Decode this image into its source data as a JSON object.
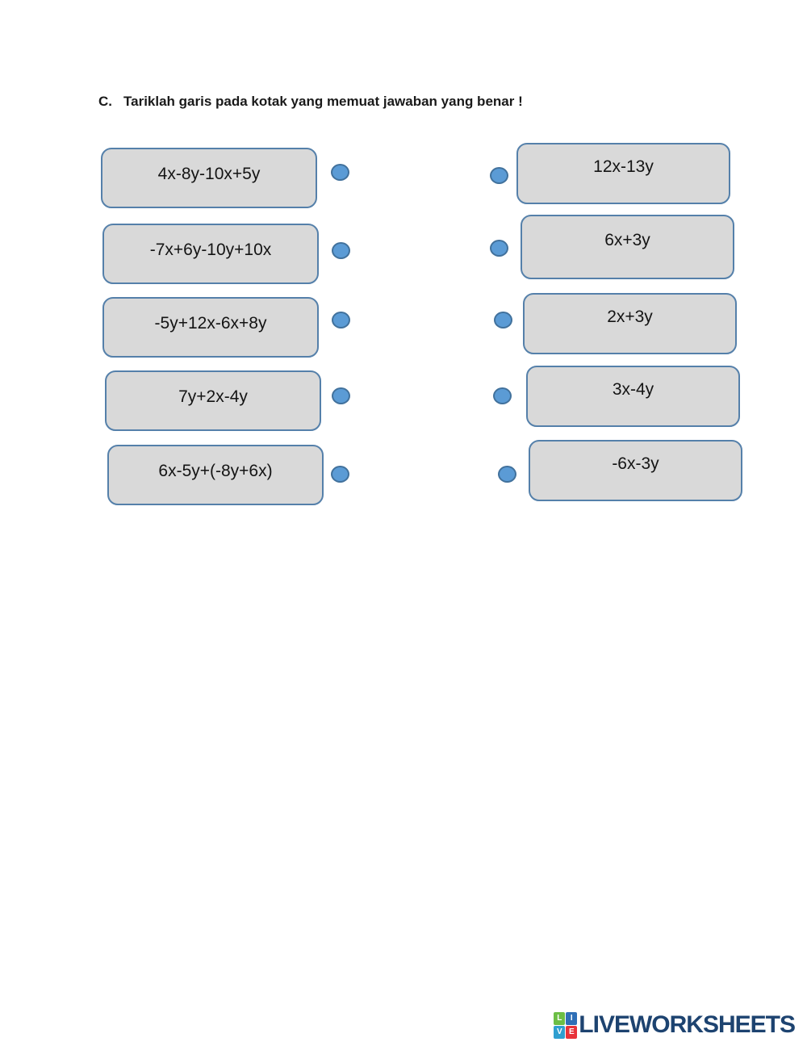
{
  "page": {
    "section_label": "C.",
    "title": "Tariklah garis pada kotak yang memuat jawaban yang benar !"
  },
  "matching": {
    "left": [
      "4x-8y-10x+5y",
      "-7x+6y-10y+10x",
      "-5y+12x-6x+8y",
      "7y+2x-4y",
      "6x-5y+(-8y+6x)"
    ],
    "right": [
      "12x-13y",
      "6x+3y",
      "2x+3y",
      "3x-4y",
      "-6x-3y"
    ]
  },
  "colors": {
    "box_fill": "#d9d9d9",
    "box_border": "#5580aa",
    "dot_fill": "#5b9bd5",
    "dot_border": "#41719c",
    "logo_text_color": "#1d4370"
  },
  "branding": {
    "logo_text": "LIVEWORKSHEETS",
    "logo_squares": [
      {
        "letter": "L",
        "color": "#6cbe45"
      },
      {
        "letter": "I",
        "color": "#2f6fb7"
      },
      {
        "letter": "V",
        "color": "#2f9fd0"
      },
      {
        "letter": "E",
        "color": "#e8333a"
      }
    ]
  }
}
